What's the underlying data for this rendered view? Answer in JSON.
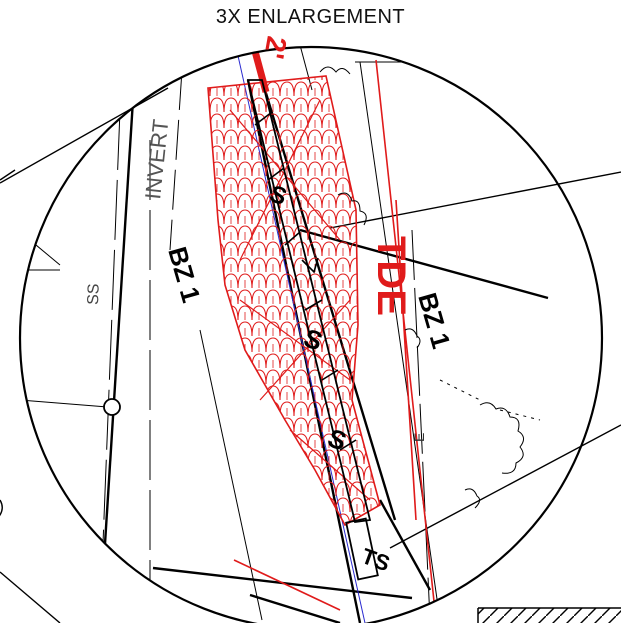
{
  "title": "3X ENLARGEMENT",
  "labels": {
    "invert": "INVERT",
    "ss": "SS",
    "bz1_left": "BZ 1",
    "bz1_right": "BZ 1",
    "tde": "TDE",
    "s1": "S",
    "s2": "S",
    "s3": "S",
    "ts": "TS",
    "e": "E",
    "top_red": "2'"
  },
  "colors": {
    "line": "#000000",
    "red": "#e01b1b",
    "blue": "#2a2ad0"
  }
}
